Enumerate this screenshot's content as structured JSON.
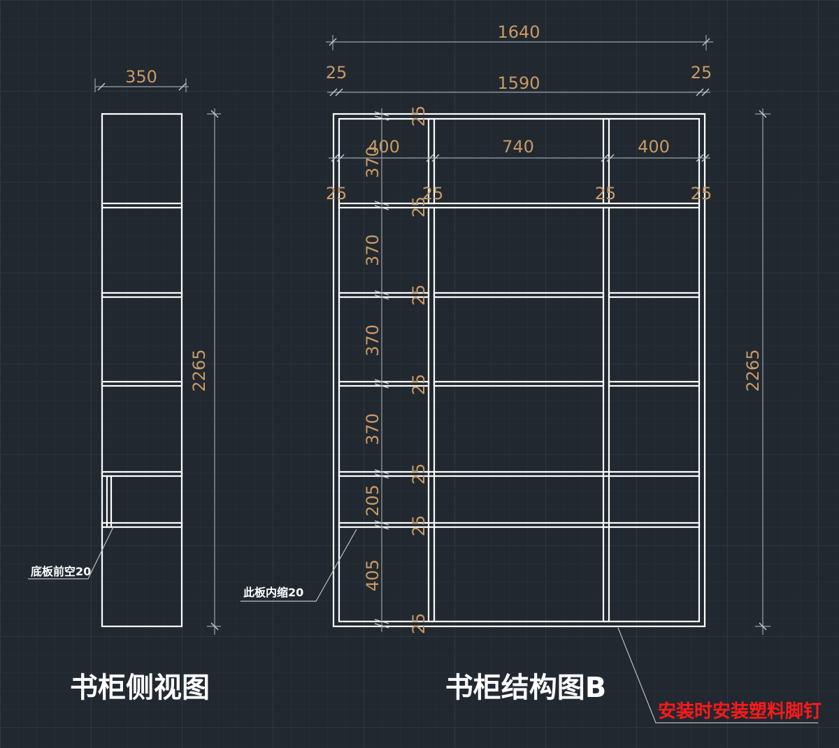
{
  "side_view": {
    "title": "书柜侧视图",
    "width_dim": "350",
    "height_dim": "2265",
    "note": "底板前空20"
  },
  "front_view": {
    "title": "书柜结构图B",
    "total_width": "1640",
    "inner_width": "1590",
    "side_left": "25",
    "side_right": "25",
    "height_dim": "2265",
    "column_widths": [
      "400",
      "740",
      "400"
    ],
    "column_thickness": [
      "25",
      "25",
      "25",
      "25"
    ],
    "row_heights": [
      "370",
      "370",
      "370",
      "370",
      "205",
      "405"
    ],
    "shelf_thickness": [
      "25",
      "25",
      "25",
      "25",
      "25",
      "25",
      "25"
    ],
    "note": "此板内缩20",
    "warning": "安装时安装塑料脚钉"
  },
  "colors": {
    "background": "#212830",
    "grid": "#2c3540",
    "dimension_text": "#c89a64",
    "panel_line": "#ffffff",
    "warning": "#ff1a1a"
  }
}
